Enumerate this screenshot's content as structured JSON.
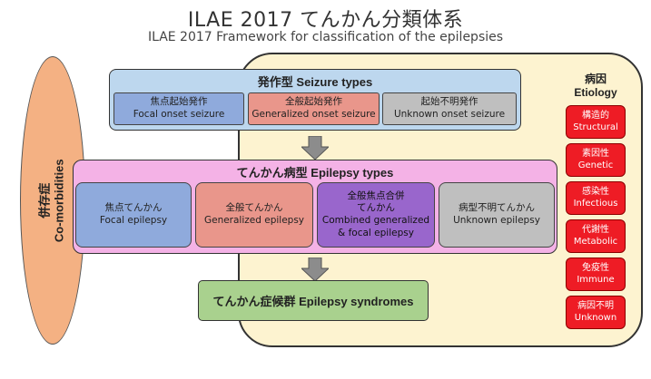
{
  "title": "ILAE 2017 てんかん分類体系",
  "subtitle": "ILAE 2017 Framework for classification  of the epilepsies",
  "comorbidities": {
    "ja": "併存症",
    "en": "Co-morbidities"
  },
  "seizure_types": {
    "title": "発作型 Seizure types",
    "items": [
      {
        "ja": "焦点起始発作",
        "en": "Focal onset seizure"
      },
      {
        "ja": "全般起始発作",
        "en": "Generalized onset seizure"
      },
      {
        "ja": "起始不明発作",
        "en": "Unknown  onset seizure"
      }
    ]
  },
  "epilepsy_types": {
    "title": "てんかん病型 Epilepsy types",
    "items": [
      {
        "ja": "焦点てんかん",
        "en": "Focal epilepsy"
      },
      {
        "ja": "全般てんかん",
        "en": "Generalized epilepsy"
      },
      {
        "ja1": "全般焦点合併",
        "ja2": "てんかん",
        "en1": "Combined generalized",
        "en2": "& focal epilepsy"
      },
      {
        "ja": "病型不明てんかん",
        "en": "Unknown  epilepsy"
      }
    ]
  },
  "syndromes": {
    "title": "てんかん症候群 Epilepsy syndromes"
  },
  "etiology": {
    "title_ja": "病因",
    "title_en": "Etiology",
    "items": [
      {
        "ja": "構造的",
        "en": "Structural"
      },
      {
        "ja": "素因性",
        "en": "Genetic"
      },
      {
        "ja": "感染性",
        "en": "Infectious"
      },
      {
        "ja": "代謝性",
        "en": "Metabolic"
      },
      {
        "ja": "免疫性",
        "en": "Immune"
      },
      {
        "ja": "病因不明",
        "en": "Unknown"
      }
    ]
  },
  "colors": {
    "seizure_box": "#bdd7ee",
    "epilepsy_box": "#f4b2e6",
    "syndrome_box": "#a9d18e",
    "etiology_area": "#fdf3d0",
    "etiology_item": "#ee1c25",
    "comorbidities": "#f4b183",
    "focal": "#8faadc",
    "generalized": "#e9968b",
    "combined": "#9966cc",
    "unknown": "#bfbfbf",
    "arrow": "#8c8c8c"
  }
}
